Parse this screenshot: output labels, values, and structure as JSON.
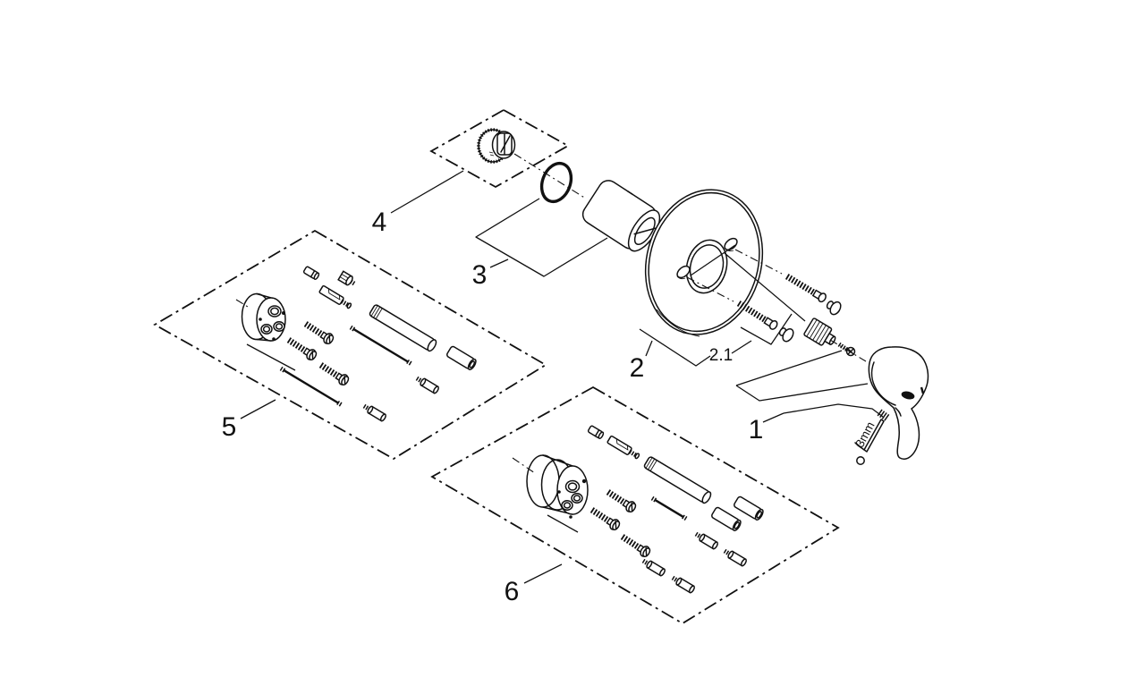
{
  "diagram": {
    "background": "#ffffff",
    "line_color": "#111111",
    "labels": {
      "part_1": "1",
      "part_2": "2",
      "part_2_1": "2.1",
      "part_3": "3",
      "part_4": "4",
      "part_5": "5",
      "part_6": "6",
      "hex_key_size": "3mm"
    }
  }
}
